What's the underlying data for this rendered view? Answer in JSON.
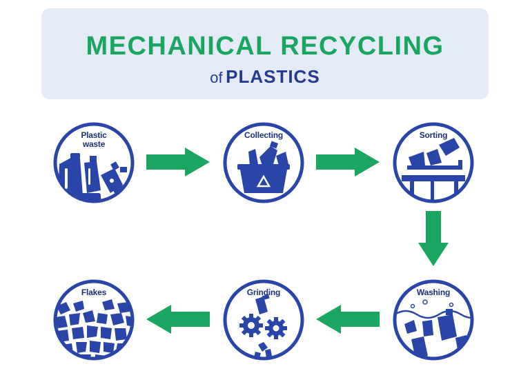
{
  "header": {
    "title": "MECHANICAL RECYCLING",
    "subtitle_of": "of",
    "subtitle_main": "PLASTICS"
  },
  "colors": {
    "banner_bg": "#e5ebf6",
    "title_green": "#1aa660",
    "navy": "#233a8f",
    "arrow_green": "#1aa660",
    "icon_blue": "#2a45a8"
  },
  "steps": [
    {
      "label_line1": "Plastic",
      "label_line2": "waste",
      "icon": "plastic-waste-icon"
    },
    {
      "label_line1": "Collecting",
      "label_line2": "",
      "icon": "collecting-bin-icon"
    },
    {
      "label_line1": "Sorting",
      "label_line2": "",
      "icon": "sorting-table-icon"
    },
    {
      "label_line1": "Washing",
      "label_line2": "",
      "icon": "washing-bottles-icon"
    },
    {
      "label_line1": "Grinding",
      "label_line2": "",
      "icon": "grinding-gears-icon"
    },
    {
      "label_line1": "Flakes",
      "label_line2": "",
      "icon": "flakes-icon"
    }
  ],
  "arrows": [
    "arrow-right",
    "arrow-right",
    "arrow-down",
    "arrow-left",
    "arrow-left"
  ]
}
